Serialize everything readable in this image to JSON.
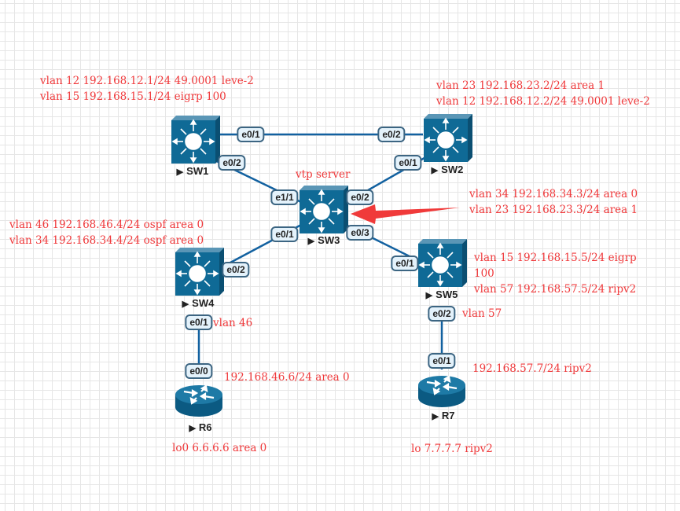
{
  "colors": {
    "link": "#1261a0",
    "device": "#0f6a96",
    "annotation": "#f0393b",
    "arrow": "#f03a3a"
  },
  "devices": {
    "sw1": {
      "name": "SW1",
      "type": "l3-switch"
    },
    "sw2": {
      "name": "SW2",
      "type": "l3-switch"
    },
    "sw3": {
      "name": "SW3",
      "type": "l3-switch"
    },
    "sw4": {
      "name": "SW4",
      "type": "l3-switch"
    },
    "sw5": {
      "name": "SW5",
      "type": "l3-switch"
    },
    "r6": {
      "name": "R6",
      "type": "router"
    },
    "r7": {
      "name": "R7",
      "type": "router"
    }
  },
  "links": [
    {
      "a": "SW1",
      "a_port": "e0/1",
      "b": "SW2",
      "b_port": "e0/2"
    },
    {
      "a": "SW1",
      "a_port": "e0/2",
      "b": "SW3",
      "b_port": "e1/1"
    },
    {
      "a": "SW2",
      "a_port": "e0/1",
      "b": "SW3",
      "b_port": "e0/2"
    },
    {
      "a": "SW3",
      "a_port": "e0/1",
      "b": "SW4",
      "b_port": "e0/2"
    },
    {
      "a": "SW3",
      "a_port": "e0/3",
      "b": "SW5",
      "b_port": "e0/1"
    },
    {
      "a": "SW4",
      "a_port": "e0/1",
      "b": "R6",
      "b_port": "e0/0"
    },
    {
      "a": "SW5",
      "a_port": "e0/2",
      "b": "R7",
      "b_port": "e0/1"
    }
  ],
  "ports": {
    "sw1_e01": "e0/1",
    "sw1_e02": "e0/2",
    "sw2_e02": "e0/2",
    "sw2_e01": "e0/1",
    "sw3_e11": "e1/1",
    "sw3_e02": "e0/2",
    "sw3_e01": "e0/1",
    "sw3_e03": "e0/3",
    "sw4_e02": "e0/2",
    "sw4_e01": "e0/1",
    "sw5_e01": "e0/1",
    "sw5_e02": "e0/2",
    "r6_e00": "e0/0",
    "r7_e01": "e0/1"
  },
  "annotations": {
    "sw1_l1": "vlan 12 192.168.12.1/24 49.0001 leve-2",
    "sw1_l2": "vlan 15 192.168.15.1/24 eigrp 100",
    "sw2_l1": "vlan 23 192.168.23.2/24 area 1",
    "sw2_l2": "vlan 12 192.168.12.2/24 49.0001 leve-2",
    "sw3_vtp": "vtp server",
    "sw3_l1": "vlan 34 192.168.34.3/24 area 0",
    "sw3_l2": "vlan 23 192.168.23.3/24 area 1",
    "sw4_l1": "vlan 46 192.168.46.4/24 ospf area 0",
    "sw4_l2": "vlan 34 192.168.34.4/24 ospf area 0",
    "sw5_l1": "vlan 15 192.168.15.5/24 eigrp",
    "sw5_l2": "100",
    "sw5_l3": "vlan 57 192.168.57.5/24 ripv2",
    "sw4_vlan": "vlan 46",
    "sw5_vlan": "vlan 57",
    "r6_ip": "192.168.46.6/24 area 0",
    "r6_lo": "lo0 6.6.6.6 area 0",
    "r7_ip": "192.168.57.7/24 ripv2",
    "r7_lo": "lo 7.7.7.7 ripv2"
  }
}
